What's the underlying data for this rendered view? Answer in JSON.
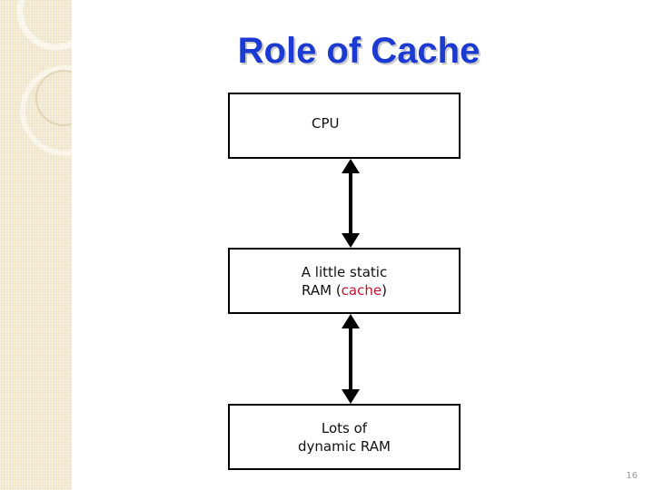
{
  "slide": {
    "title": "Role of Cache",
    "page_number": "16"
  },
  "diagram": {
    "cpu_label": "CPU",
    "cache_line1": "A little static",
    "cache_line2_pre": "RAM (",
    "cache_highlight": "cache",
    "cache_line2_post": ")",
    "ram_line1": "Lots of",
    "ram_line2": "dynamic RAM"
  },
  "colors": {
    "title": "#1a3ad1",
    "highlight": "#c0142e",
    "sidebar": "#efe4c8"
  }
}
